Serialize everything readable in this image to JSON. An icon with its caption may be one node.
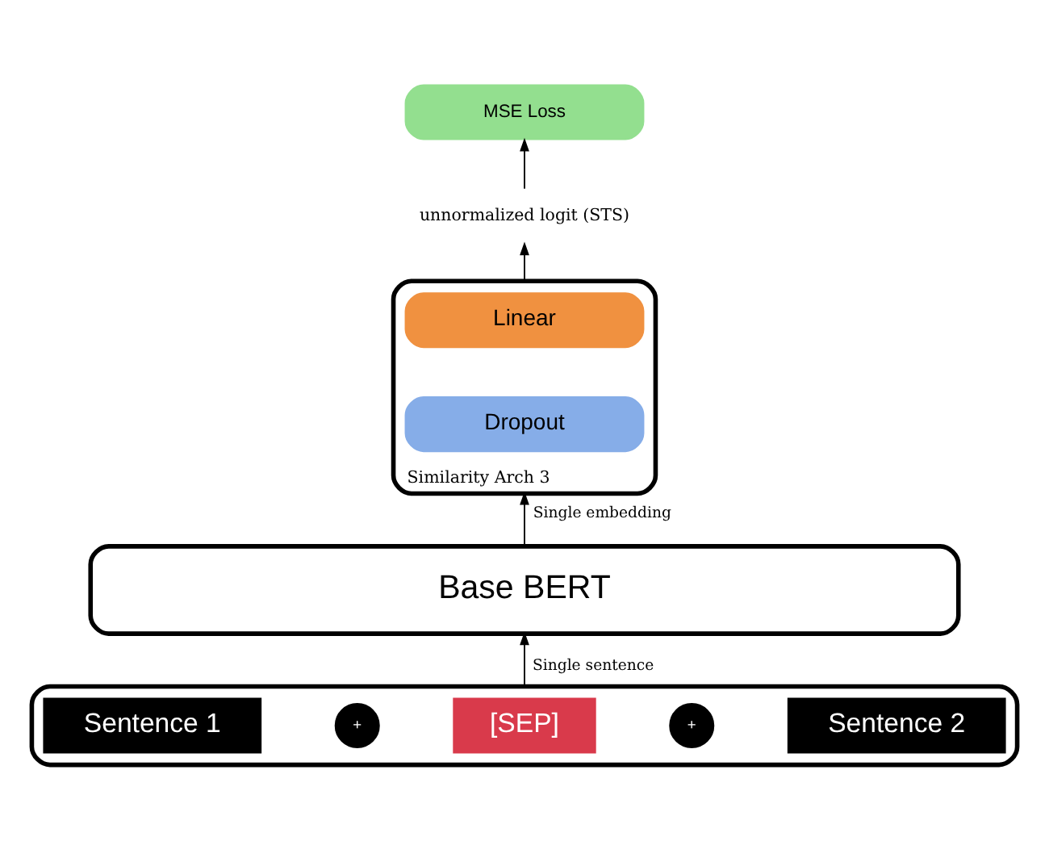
{
  "diagram": {
    "nodes": [
      {
        "text": [
          "MSE Loss"
        ]
      },
      {
        "text": [
          "unnormalized logit (STS)"
        ]
      },
      {
        "text": [
          "Similarity Arch 3"
        ]
      },
      {
        "text": [
          "Linear"
        ],
        "in": 2
      },
      {
        "text": [
          "Dropout"
        ],
        "in": 2
      },
      {
        "text": [
          "Base BERT"
        ]
      },
      {
        "text": [],
        "shape": "box"
      },
      {
        "text": [
          "Sentence 1"
        ],
        "in": 6
      },
      {
        "text": [
          "+"
        ],
        "in": 6
      },
      {
        "text": [
          "[SEP]"
        ],
        "in": 6
      },
      {
        "text": [
          "+"
        ],
        "in": 6
      },
      {
        "text": [
          "Sentence 2"
        ],
        "in": 6
      }
    ],
    "edges": [
      {
        "from": 6,
        "to": 5,
        "arrow": "to",
        "label": "Single sentence"
      },
      {
        "from": 5,
        "to": 2,
        "arrow": "to",
        "label": "Single embedding"
      },
      {
        "from": 2,
        "to": 1,
        "arrow": "to"
      },
      {
        "from": 1,
        "to": 0,
        "arrow": "to"
      }
    ]
  }
}
